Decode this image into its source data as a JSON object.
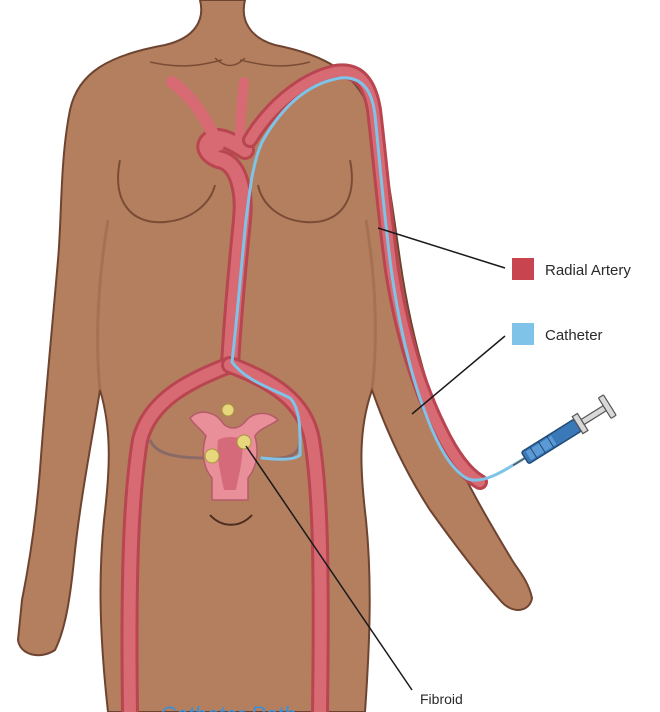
{
  "legend": {
    "radial_artery": {
      "label": "Radial Artery",
      "color": "#c8454f"
    },
    "catheter": {
      "label": "Catheter",
      "color": "#7fc4e8"
    }
  },
  "callouts": {
    "fibroid": "Fibroid"
  },
  "caption": "Catheter Path",
  "colors": {
    "skin": "#b47f5f",
    "skin_shadow": "#9b6548",
    "artery": "#d86a74",
    "artery_dark": "#b8454f",
    "uterus": "#e88f9a",
    "fibroid": "#e7d77c",
    "syringe": "#3a78b8"
  }
}
